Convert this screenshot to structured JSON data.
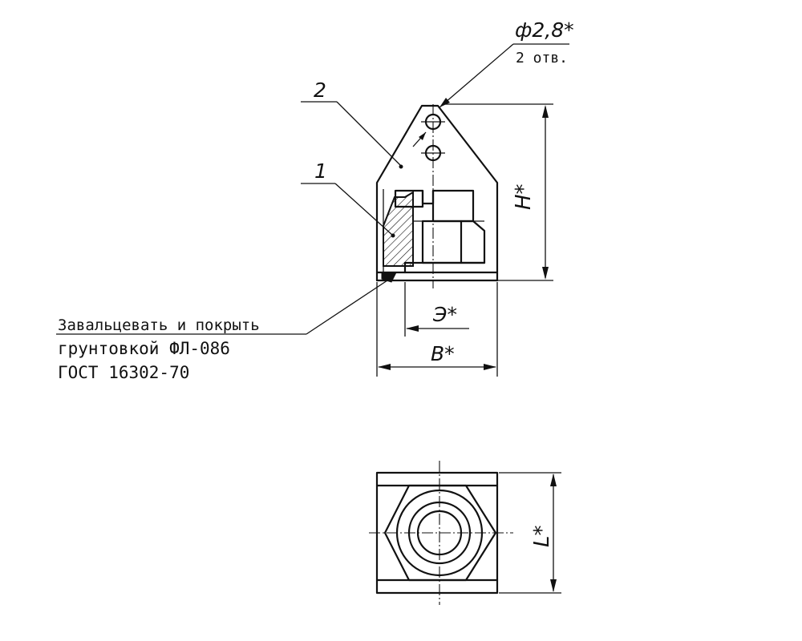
{
  "labels": {
    "part1": "1",
    "part2": "2",
    "hole_dia": "ф2,8*",
    "hole_qty": "2 отв.",
    "dim_h": "H*",
    "dim_d": "Э*",
    "dim_b": "B*",
    "dim_l": "L*",
    "note_line1": "Завальцевать и покрыть",
    "note_line2": "грунтовкой ФЛ-086",
    "note_line3": "ГОСТ 16302-70"
  }
}
